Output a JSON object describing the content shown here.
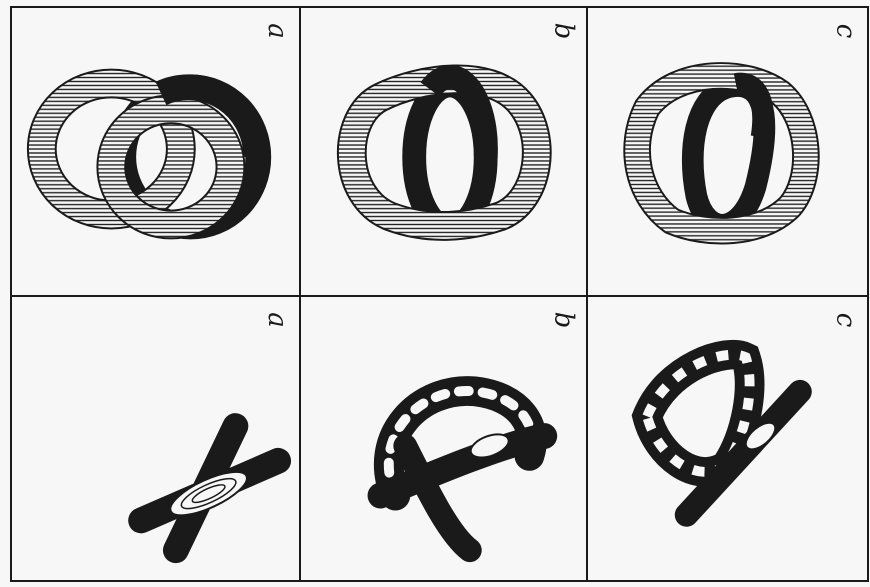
{
  "figure": {
    "panels": [
      {
        "row": 1,
        "col": 1,
        "label": "a",
        "depicts": "two-linked-rings-icon"
      },
      {
        "row": 1,
        "col": 2,
        "label": "b",
        "depicts": "twisted-linked-rings-icon"
      },
      {
        "row": 1,
        "col": 3,
        "label": "c",
        "depicts": "deformed-linked-rings-icon"
      },
      {
        "row": 2,
        "col": 1,
        "label": "a",
        "depicts": "crossed-tubes-icon"
      },
      {
        "row": 2,
        "col": 2,
        "label": "b",
        "depicts": "linked-tubes-3d-icon"
      },
      {
        "row": 2,
        "col": 3,
        "label": "c",
        "depicts": "linked-loop-3d-icon"
      }
    ],
    "colors": {
      "ink": "#1a1a1a",
      "paper": "#f7f7f8"
    }
  }
}
